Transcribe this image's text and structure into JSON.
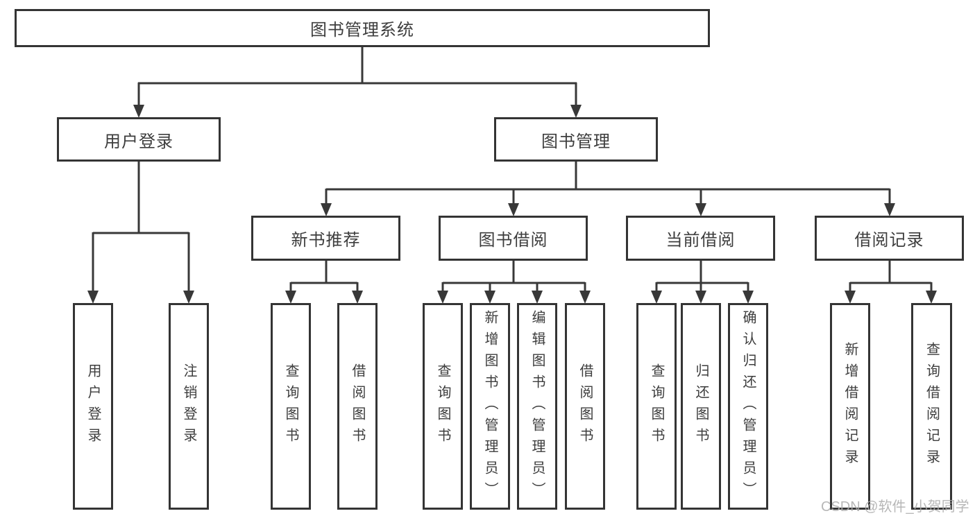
{
  "diagram_title": "图书管理系统",
  "tree": {
    "root": {
      "label": "图书管理系统"
    },
    "branches": [
      {
        "label": "用户登录",
        "leaves": [
          "用户登录",
          "注销登录"
        ]
      },
      {
        "label": "图书管理",
        "children": [
          {
            "label": "新书推荐",
            "leaves": [
              "查询图书",
              "借阅图书"
            ]
          },
          {
            "label": "图书借阅",
            "leaves": [
              "查询图书",
              "新增图书（管理员）",
              "编辑图书（管理员）",
              "借阅图书"
            ]
          },
          {
            "label": "当前借阅",
            "leaves": [
              "查询图书",
              "归还图书",
              "确认归还（管理员）"
            ]
          },
          {
            "label": "借阅记录",
            "leaves": [
              "新增借阅记录",
              "查询借阅记录"
            ]
          }
        ]
      }
    ]
  },
  "watermark": {
    "text": "CSDN @软件_小贺同学"
  },
  "colors": {
    "line": "#383838",
    "box_border": "#343434",
    "text": "#3d3d3d",
    "watermark": "#aaaaaa",
    "background": "#ffffff"
  }
}
